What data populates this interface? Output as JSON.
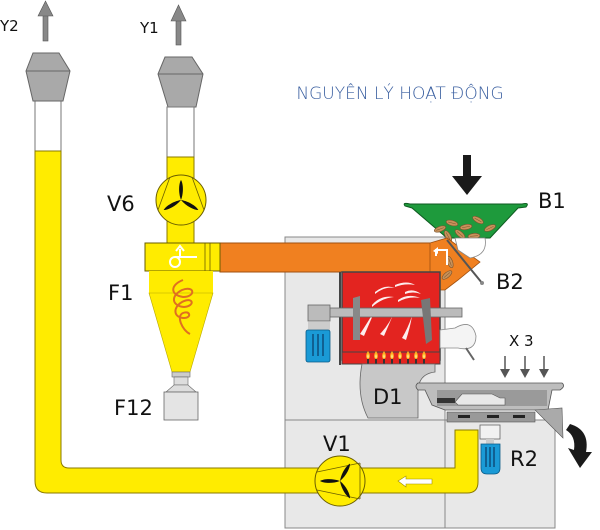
{
  "title": "NGUYÊN LÝ HOẠT ĐỘNG",
  "labels": {
    "y2": "Y2",
    "y1": "Y1",
    "v6": "V6",
    "f1": "F1",
    "f12": "F12",
    "b1": "B1",
    "b2": "B2",
    "d1": "D1",
    "x3": "X 3",
    "v1": "V1",
    "r2": "R2"
  },
  "colors": {
    "title": "#3a5fa0",
    "duct_yellow": "#ffec00",
    "duct_orange": "#f08020",
    "hopper_green": "#1e9a3c",
    "drum_red": "#e32420",
    "motor_blue": "#1a9ad6",
    "body_gray": "#e8e8e8",
    "cap_gray": "#a9a9a9",
    "arrow_dark": "#1a1a1a"
  }
}
